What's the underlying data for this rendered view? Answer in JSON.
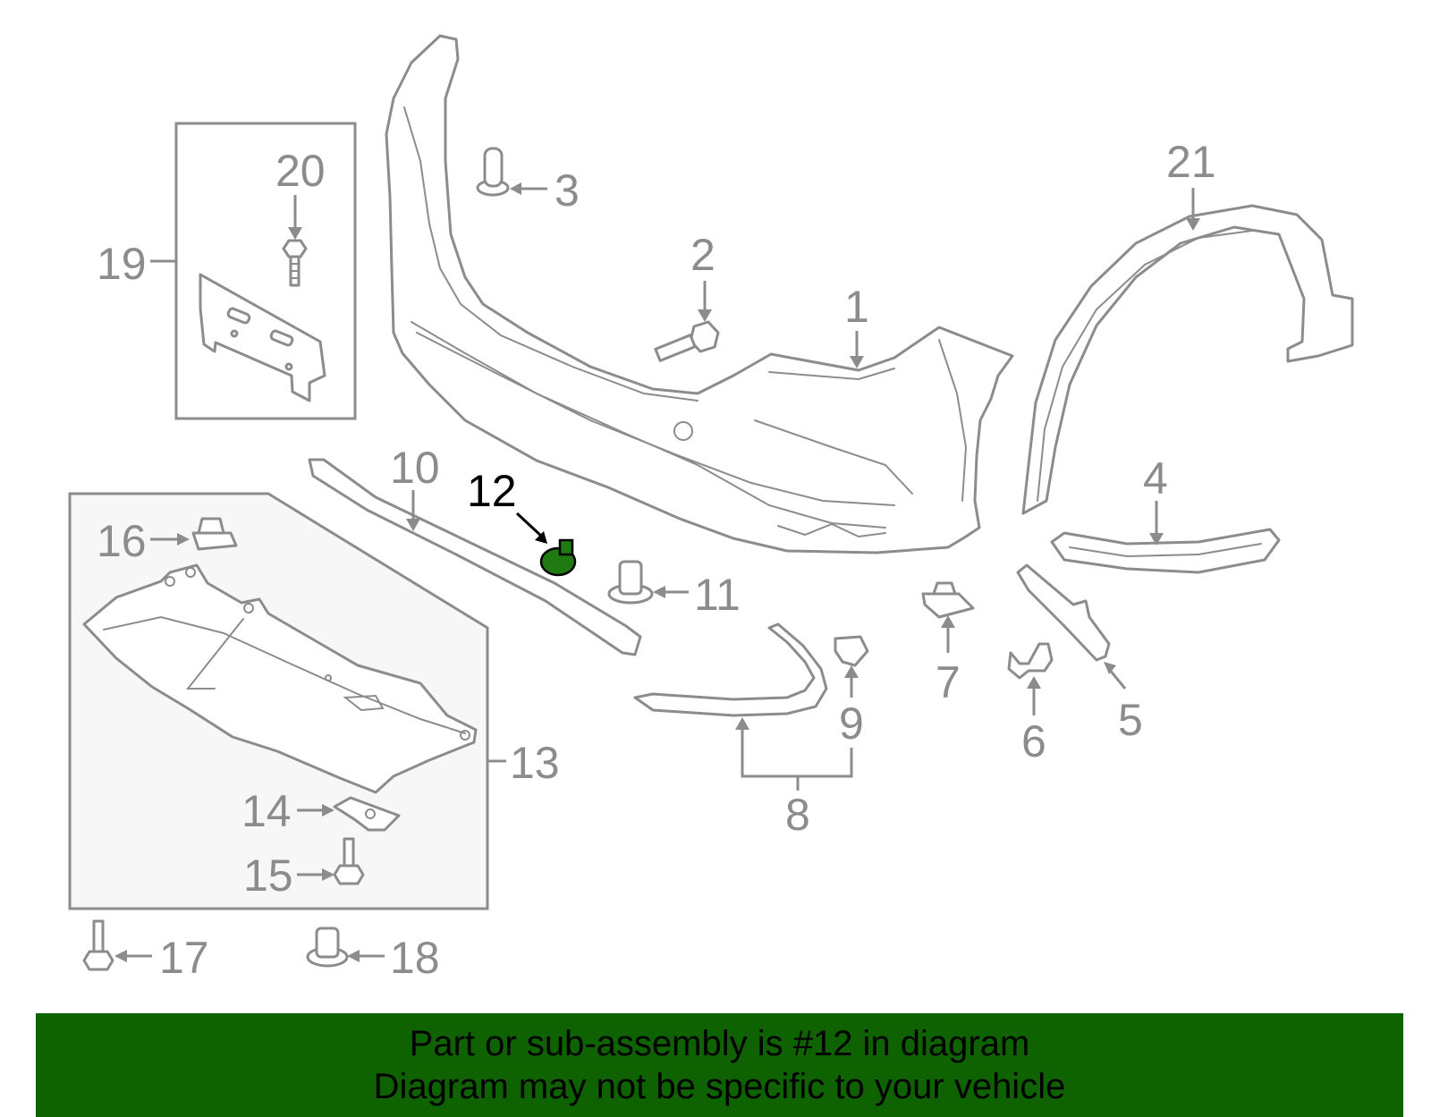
{
  "diagram": {
    "highlighted_part": "12",
    "callouts": {
      "c1": "1",
      "c2": "2",
      "c3": "3",
      "c4": "4",
      "c5": "5",
      "c6": "6",
      "c7": "7",
      "c8": "8",
      "c9": "9",
      "c10": "10",
      "c11": "11",
      "c12": "12",
      "c13": "13",
      "c14": "14",
      "c15": "15",
      "c16": "16",
      "c17": "17",
      "c18": "18",
      "c19": "19",
      "c20": "20",
      "c21": "21"
    },
    "colors": {
      "line": "#8c8c8c",
      "highlight_part": "#1f7a12",
      "banner_bg": "#0f6200",
      "highlight_label": "#000000"
    }
  },
  "banner": {
    "line1": "Part or sub-assembly is #12 in diagram",
    "line2": "Diagram may not be specific to your vehicle"
  }
}
